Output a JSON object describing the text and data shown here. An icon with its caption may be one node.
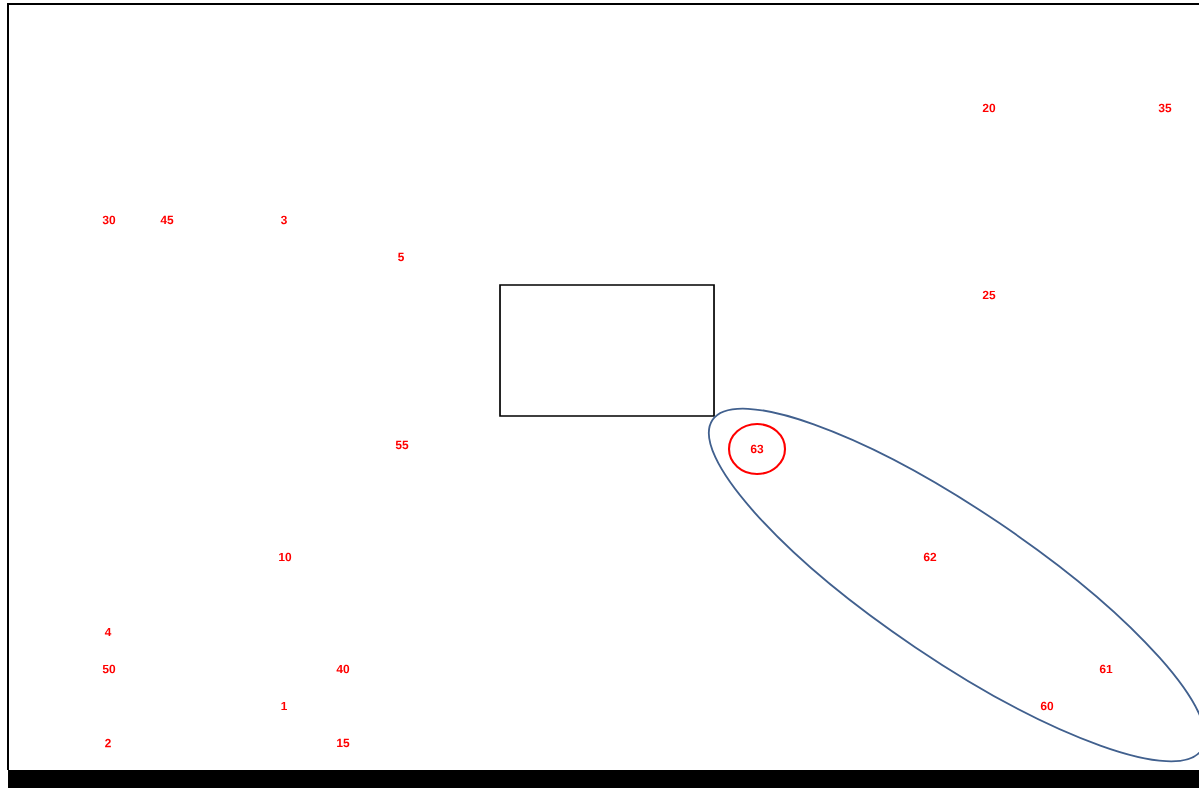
{
  "diagram": {
    "nodes": [
      {
        "text": [],
        "shape": "box"
      },
      {
        "text": [
          "62",
          "61",
          "60"
        ]
      },
      {
        "text": [
          "63"
        ],
        "in": 1
      }
    ],
    "labels": [
      "20",
      "35",
      "30",
      "45",
      "3",
      "5",
      "25",
      "55",
      "10",
      "4",
      "50",
      "40",
      "1",
      "2",
      "15"
    ]
  }
}
